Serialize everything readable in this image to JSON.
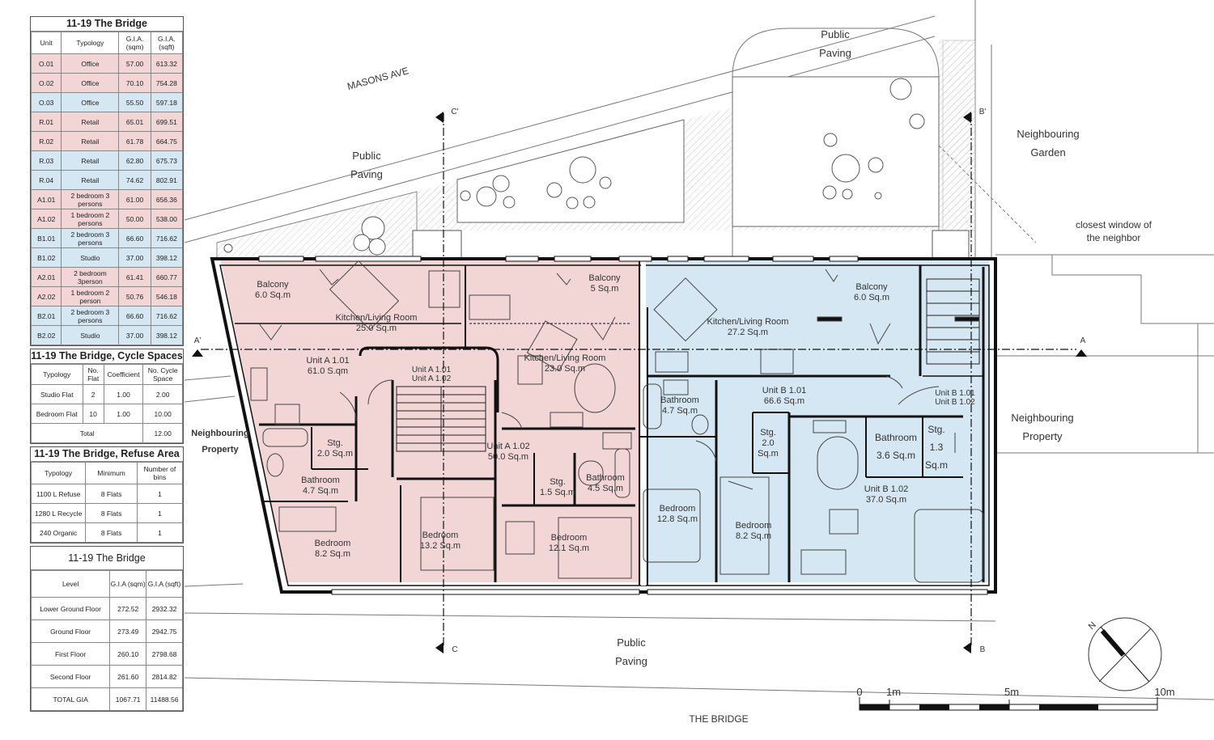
{
  "table_gia": {
    "title": "11-19 The Bridge",
    "headers": [
      "Unit",
      "Typology",
      "G.I.A. (sqm)",
      "G.I.A. (sqft)"
    ],
    "rows": [
      {
        "unit": "O.01",
        "typology": "Office",
        "sqm": "57.00",
        "sqft": "613.32",
        "tone": "pink"
      },
      {
        "unit": "O.02",
        "typology": "Office",
        "sqm": "70.10",
        "sqft": "754.28",
        "tone": "pink"
      },
      {
        "unit": "O.03",
        "typology": "Office",
        "sqm": "55.50",
        "sqft": "597.18",
        "tone": "blue"
      },
      {
        "unit": "R.01",
        "typology": "Retail",
        "sqm": "65.01",
        "sqft": "699.51",
        "tone": "pink"
      },
      {
        "unit": "R.02",
        "typology": "Retail",
        "sqm": "61.78",
        "sqft": "664.75",
        "tone": "pink"
      },
      {
        "unit": "R.03",
        "typology": "Retail",
        "sqm": "62.80",
        "sqft": "675.73",
        "tone": "blue"
      },
      {
        "unit": "R.04",
        "typology": "Retail",
        "sqm": "74.62",
        "sqft": "802.91",
        "tone": "blue"
      },
      {
        "unit": "A1.01",
        "typology": "2 bedroom 3 persons",
        "sqm": "61.00",
        "sqft": "656.36",
        "tone": "pink"
      },
      {
        "unit": "A1.02",
        "typology": "1 bedroom 2 persons",
        "sqm": "50.00",
        "sqft": "538.00",
        "tone": "pink"
      },
      {
        "unit": "B1.01",
        "typology": "2 bedroom 3 persons",
        "sqm": "66.60",
        "sqft": "716.62",
        "tone": "blue"
      },
      {
        "unit": "B1.02",
        "typology": "Studio",
        "sqm": "37.00",
        "sqft": "398.12",
        "tone": "blue"
      },
      {
        "unit": "A2.01",
        "typology": "2 bedroom 3person",
        "sqm": "61.41",
        "sqft": "660.77",
        "tone": "pink"
      },
      {
        "unit": "A2.02",
        "typology": "1 bedroom 2 person",
        "sqm": "50.76",
        "sqft": "546.18",
        "tone": "pink"
      },
      {
        "unit": "B2.01",
        "typology": "2 bedroom 3 persons",
        "sqm": "66.60",
        "sqft": "716.62",
        "tone": "blue"
      },
      {
        "unit": "B2.02",
        "typology": "Studio",
        "sqm": "37.00",
        "sqft": "398.12",
        "tone": "blue"
      }
    ]
  },
  "table_cycle": {
    "title": "11-19 The Bridge, Cycle Spaces",
    "headers": [
      "Typology",
      "No. Flat",
      "Coefficient",
      "No. Cycle Space"
    ],
    "rows": [
      {
        "typology": "Studio Flat",
        "flats": "2",
        "coef": "1.00",
        "spaces": "2.00"
      },
      {
        "typology": "Bedroom Flat",
        "flats": "10",
        "coef": "1.00",
        "spaces": "10.00"
      }
    ],
    "total_label": "Total",
    "total_value": "12.00"
  },
  "table_refuse": {
    "title": "11-19 The Bridge, Refuse Area",
    "headers": [
      "Typology",
      "Minimum",
      "Number of bins"
    ],
    "rows": [
      {
        "typology": "1100 L Refuse",
        "minimum": "8 Flats",
        "bins": "1"
      },
      {
        "typology": "1280 L Recycle",
        "minimum": "8 Flats",
        "bins": "1"
      },
      {
        "typology": "240 Organic",
        "minimum": "8 Flats",
        "bins": "1"
      }
    ]
  },
  "table_levels": {
    "title": "11-19 The Bridge",
    "headers": [
      "Level",
      "G.I.A (sqm)",
      "G.I.A (sqft)"
    ],
    "rows": [
      {
        "level": "Lower Ground Floor",
        "sqm": "272.52",
        "sqft": "2932.32"
      },
      {
        "level": "Ground Floor",
        "sqm": "273.49",
        "sqft": "2942.75"
      },
      {
        "level": "First Floor",
        "sqm": "260.10",
        "sqft": "2798.68"
      },
      {
        "level": "Second Floor",
        "sqm": "261.60",
        "sqft": "2814.82"
      },
      {
        "level": "TOTAL GIA",
        "sqm": "1067.71",
        "sqft": "11488.56"
      }
    ]
  },
  "colors": {
    "unit_a": "#f2d6d6",
    "unit_b": "#d5e7f2",
    "wall": "#111111",
    "hatch": "#cfcfcf"
  },
  "plan": {
    "streets": {
      "masons_ave": "MASONS AVE",
      "the_bridge": "THE BRIDGE"
    },
    "public_paving_1": [
      "Public",
      "Paving"
    ],
    "public_paving_2": [
      "Public",
      "Paving"
    ],
    "public_paving_3": [
      "Public",
      "Paving"
    ],
    "neighbouring_garden": [
      "Neighbouring",
      "Garden"
    ],
    "neighbouring_property_left": [
      "Neighbouring",
      "Property"
    ],
    "neighbouring_property_right": [
      "Neighbouring",
      "Property"
    ],
    "closest_window": [
      "closest window of",
      "the neighbor"
    ],
    "section_marks": {
      "c_top": "C'",
      "c_bottom": "C",
      "b_top": "B'",
      "b_bottom": "B",
      "a_left": "A'",
      "a_right": "A"
    },
    "rooms": {
      "balcony_a1": [
        "Balcony",
        "6.0 Sq.m"
      ],
      "balcony_a2": [
        "Balcony",
        "5 Sq.m"
      ],
      "balcony_b": [
        "Balcony",
        "6.0 Sq.m"
      ],
      "kitchen_a1": [
        "Kitchen/Living Room",
        "25.0 Sq.m"
      ],
      "kitchen_a2": [
        "Kitchen/Living Room",
        "23.0 Sq.m"
      ],
      "kitchen_b": [
        "Kitchen/Living Room",
        "27.2 Sq.m"
      ],
      "unit_a101": [
        "Unit A 1.01",
        "61.0 S.qm"
      ],
      "stair_a": [
        "Unit A 1.01",
        "Unit A 1.02"
      ],
      "unit_a102": [
        "Unit A 1.02",
        "50.0 Sq.m"
      ],
      "stg_a1": [
        "Stg.",
        "2.0 Sq.m"
      ],
      "bath_a1": [
        "Bathroom",
        "4.7 Sq.m"
      ],
      "bed_a1": [
        "Bedroom",
        "8.2 Sq.m"
      ],
      "bed_a2": [
        "Bedroom",
        "13.2 Sq.m"
      ],
      "bed_a3": [
        "Bedroom",
        "12.1 Sq.m"
      ],
      "stg_a2": [
        "Stg.",
        "1.5 Sq.m"
      ],
      "bath_a2": [
        "Bathroom",
        "4.5 Sq.m"
      ],
      "bath_b1": [
        "Bathroom",
        "4.7 Sq.m"
      ],
      "unit_b101": [
        "Unit B 1.01",
        "66.6 Sq.m"
      ],
      "stair_b": [
        "Unit B 1.01",
        "Unit B 1.02"
      ],
      "stg_b1": [
        "Stg.",
        "2.0",
        "Sq.m"
      ],
      "bath_b2": [
        "Bathroom",
        "3.6 Sq.m"
      ],
      "stg_b2": [
        "Stg.",
        "1.3",
        "Sq.m"
      ],
      "unit_b102": [
        "Unit B 1.02",
        "37.0 Sq.m"
      ],
      "bed_b1": [
        "Bedroom",
        "12.8 Sq.m"
      ],
      "bed_b2": [
        "Bedroom",
        "8.2 Sq.m"
      ]
    },
    "scale": {
      "t0": "0",
      "t1": "1m",
      "t5": "5m",
      "t10": "10m"
    },
    "north": "N"
  }
}
